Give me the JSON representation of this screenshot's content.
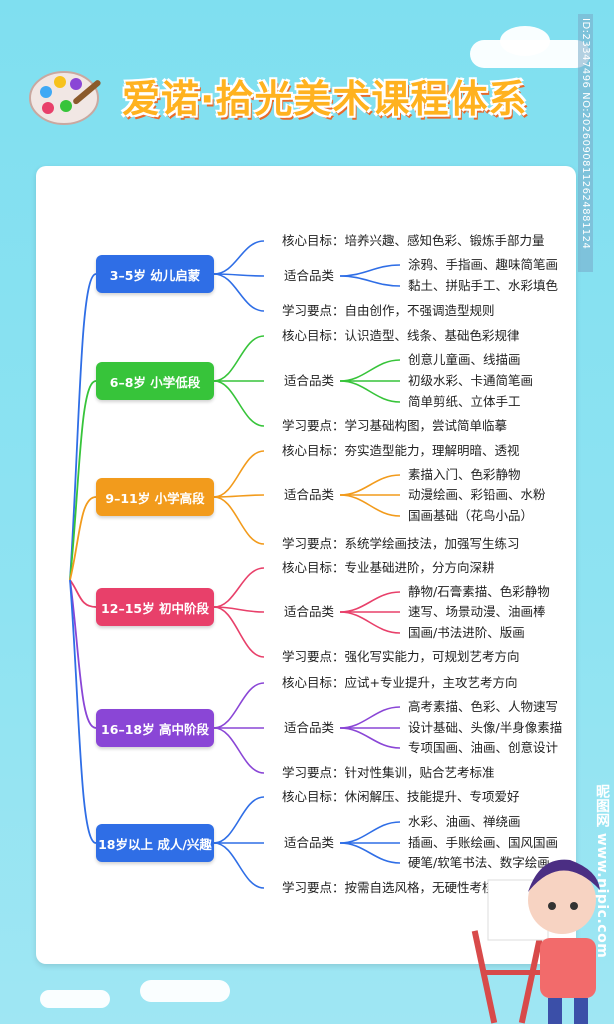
{
  "title": "爱诺·拾光美术课程体系",
  "watermark_id": "ID:23347496 NO:20260908112624881124",
  "watermark_site": "昵图网 www.nipic.com",
  "colors": [
    "#2f6ee6",
    "#37c43a",
    "#f29b1c",
    "#e8406a",
    "#8a46d6",
    "#2f6ee6"
  ],
  "stages": [
    {
      "name": "3–5岁  幼儿启蒙",
      "core": "核心目标：培养兴趣、感知色彩、锻炼手部力量",
      "suit_label": "适合品类",
      "items": [
        "涂鸦、手指画、趣味简笔画",
        "黏土、拼贴手工、水彩填色"
      ],
      "study": "学习要点：自由创作，不强调造型规则"
    },
    {
      "name": "6–8岁  小学低段",
      "core": "核心目标：认识造型、线条、基础色彩规律",
      "suit_label": "适合品类",
      "items": [
        "创意儿童画、线描画",
        "初级水彩、卡通简笔画",
        "简单剪纸、立体手工"
      ],
      "study": "学习要点：学习基础构图，尝试简单临摹"
    },
    {
      "name": "9–11岁  小学高段",
      "core": "核心目标：夯实造型能力，理解明暗、透视",
      "suit_label": "适合品类",
      "items": [
        "素描入门、色彩静物",
        "动漫绘画、彩铅画、水粉",
        "国画基础（花鸟小品）"
      ],
      "study": "学习要点：系统学绘画技法，加强写生练习"
    },
    {
      "name": "12–15岁  初中阶段",
      "core": "核心目标：专业基础进阶，分方向深耕",
      "suit_label": "适合品类",
      "items": [
        "静物/石膏素描、色彩静物",
        "速写、场景动漫、油画棒",
        "国画/书法进阶、版画"
      ],
      "study": "学习要点：强化写实能力，可规划艺考方向"
    },
    {
      "name": "16–18岁  高中阶段",
      "core": "核心目标：应试+专业提升，主攻艺考方向",
      "suit_label": "适合品类",
      "items": [
        "高考素描、色彩、人物速写",
        "设计基础、头像/半身像素描",
        "专项国画、油画、创意设计"
      ],
      "study": "学习要点：针对性集训，贴合艺考标准"
    },
    {
      "name": "18岁以上  成人/兴趣",
      "core": "核心目标：休闲解压、技能提升、专项爱好",
      "suit_label": "适合品类",
      "items": [
        "水彩、油画、禅绕画",
        "插画、手账绘画、国风国画",
        "硬笔/软笔书法、数字绘画"
      ],
      "study": "学习要点：按需自选风格，无硬性考核"
    }
  ]
}
